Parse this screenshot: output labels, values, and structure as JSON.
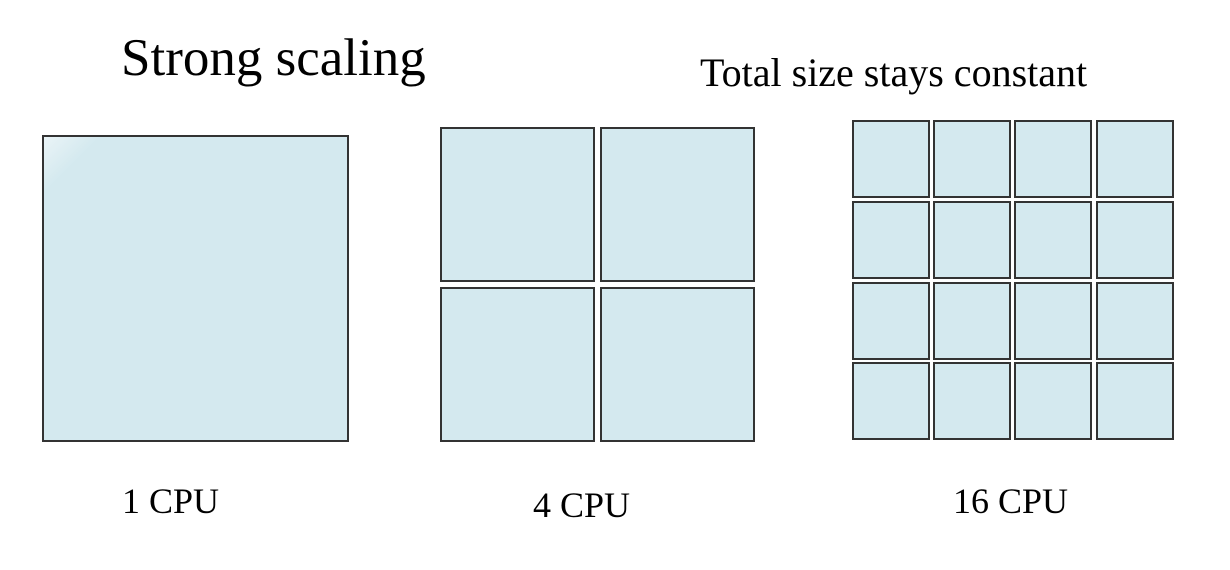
{
  "title": "Strong scaling",
  "subtitle": "Total size stays constant",
  "panels": [
    {
      "label": "1 CPU",
      "grid": 1
    },
    {
      "label": "4 CPU",
      "grid": 2
    },
    {
      "label": "16 CPU",
      "grid": 4
    }
  ],
  "colors": {
    "block_fill": "#d4e9ef",
    "block_border": "#333333"
  }
}
